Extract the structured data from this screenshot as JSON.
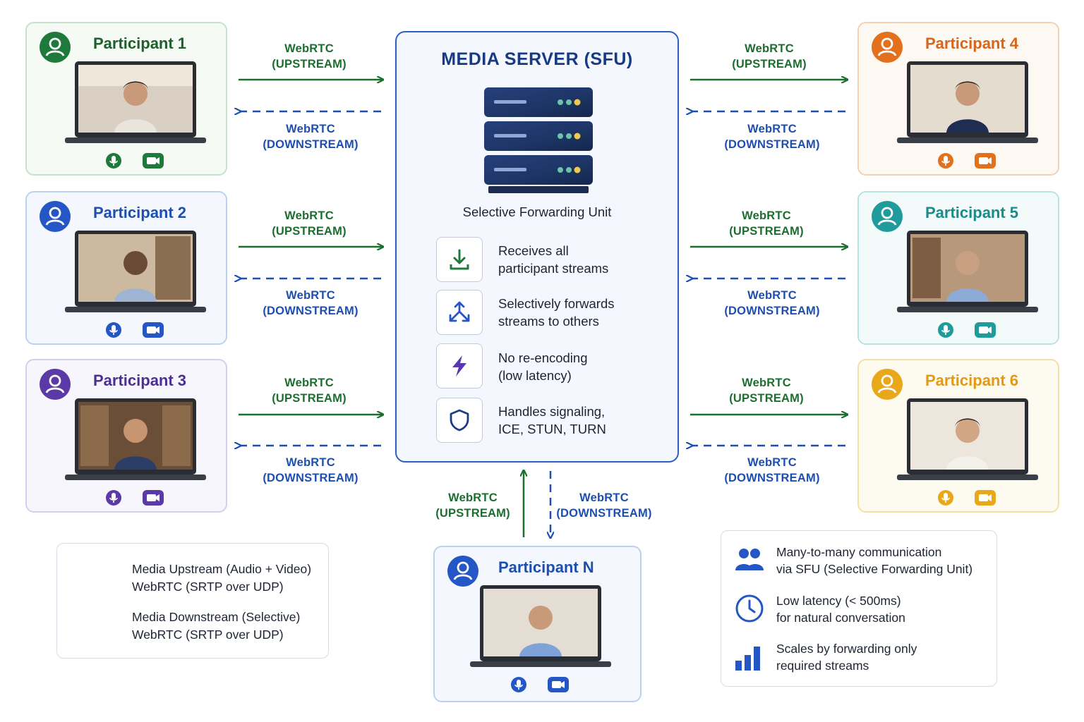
{
  "server": {
    "title": "MEDIA SERVER (SFU)",
    "subtitle": "Selective Forwarding Unit",
    "features": [
      {
        "icon": "download-icon",
        "lines": [
          "Receives all",
          "participant streams"
        ]
      },
      {
        "icon": "forward-split-icon",
        "lines": [
          "Selectively forwards",
          "streams to others"
        ]
      },
      {
        "icon": "lightning-icon",
        "lines": [
          "No re-encoding",
          "(low latency)"
        ]
      },
      {
        "icon": "shield-icon",
        "lines": [
          "Handles signaling,",
          "ICE, STUN, TURN"
        ]
      }
    ]
  },
  "participants": [
    {
      "name": "Participant 1",
      "color": "#1e7a3a"
    },
    {
      "name": "Participant 2",
      "color": "#2457c5"
    },
    {
      "name": "Participant 3",
      "color": "#5b3aa8"
    },
    {
      "name": "Participant 4",
      "color": "#e2701c"
    },
    {
      "name": "Participant 5",
      "color": "#1f9b9b"
    },
    {
      "name": "Participant 6",
      "color": "#e9a81a"
    },
    {
      "name": "Participant N",
      "color": "#2457c5"
    }
  ],
  "links": {
    "upstream": [
      "WebRTC",
      "(UPSTREAM)"
    ],
    "downstream": [
      "WebRTC",
      "(DOWNSTREAM)"
    ]
  },
  "legend": {
    "upstream": [
      "Media Upstream (Audio + Video)",
      "WebRTC (SRTP over UDP)"
    ],
    "downstream": [
      "Media Downstream (Selective)",
      "WebRTC (SRTP over UDP)"
    ]
  },
  "info": [
    {
      "icon": "people-icon",
      "lines": [
        "Many-to-many communication",
        "via SFU (Selective Forwarding Unit)"
      ]
    },
    {
      "icon": "clock-icon",
      "lines": [
        "Low latency (< 500ms)",
        "for natural conversation"
      ]
    },
    {
      "icon": "bar-chart-icon",
      "lines": [
        "Scales by forwarding only",
        "required streams"
      ]
    }
  ],
  "colors": {
    "upstream": "#1b6e2e",
    "downstream": "#1c4fb0",
    "server_border": "#2c5fc4"
  }
}
